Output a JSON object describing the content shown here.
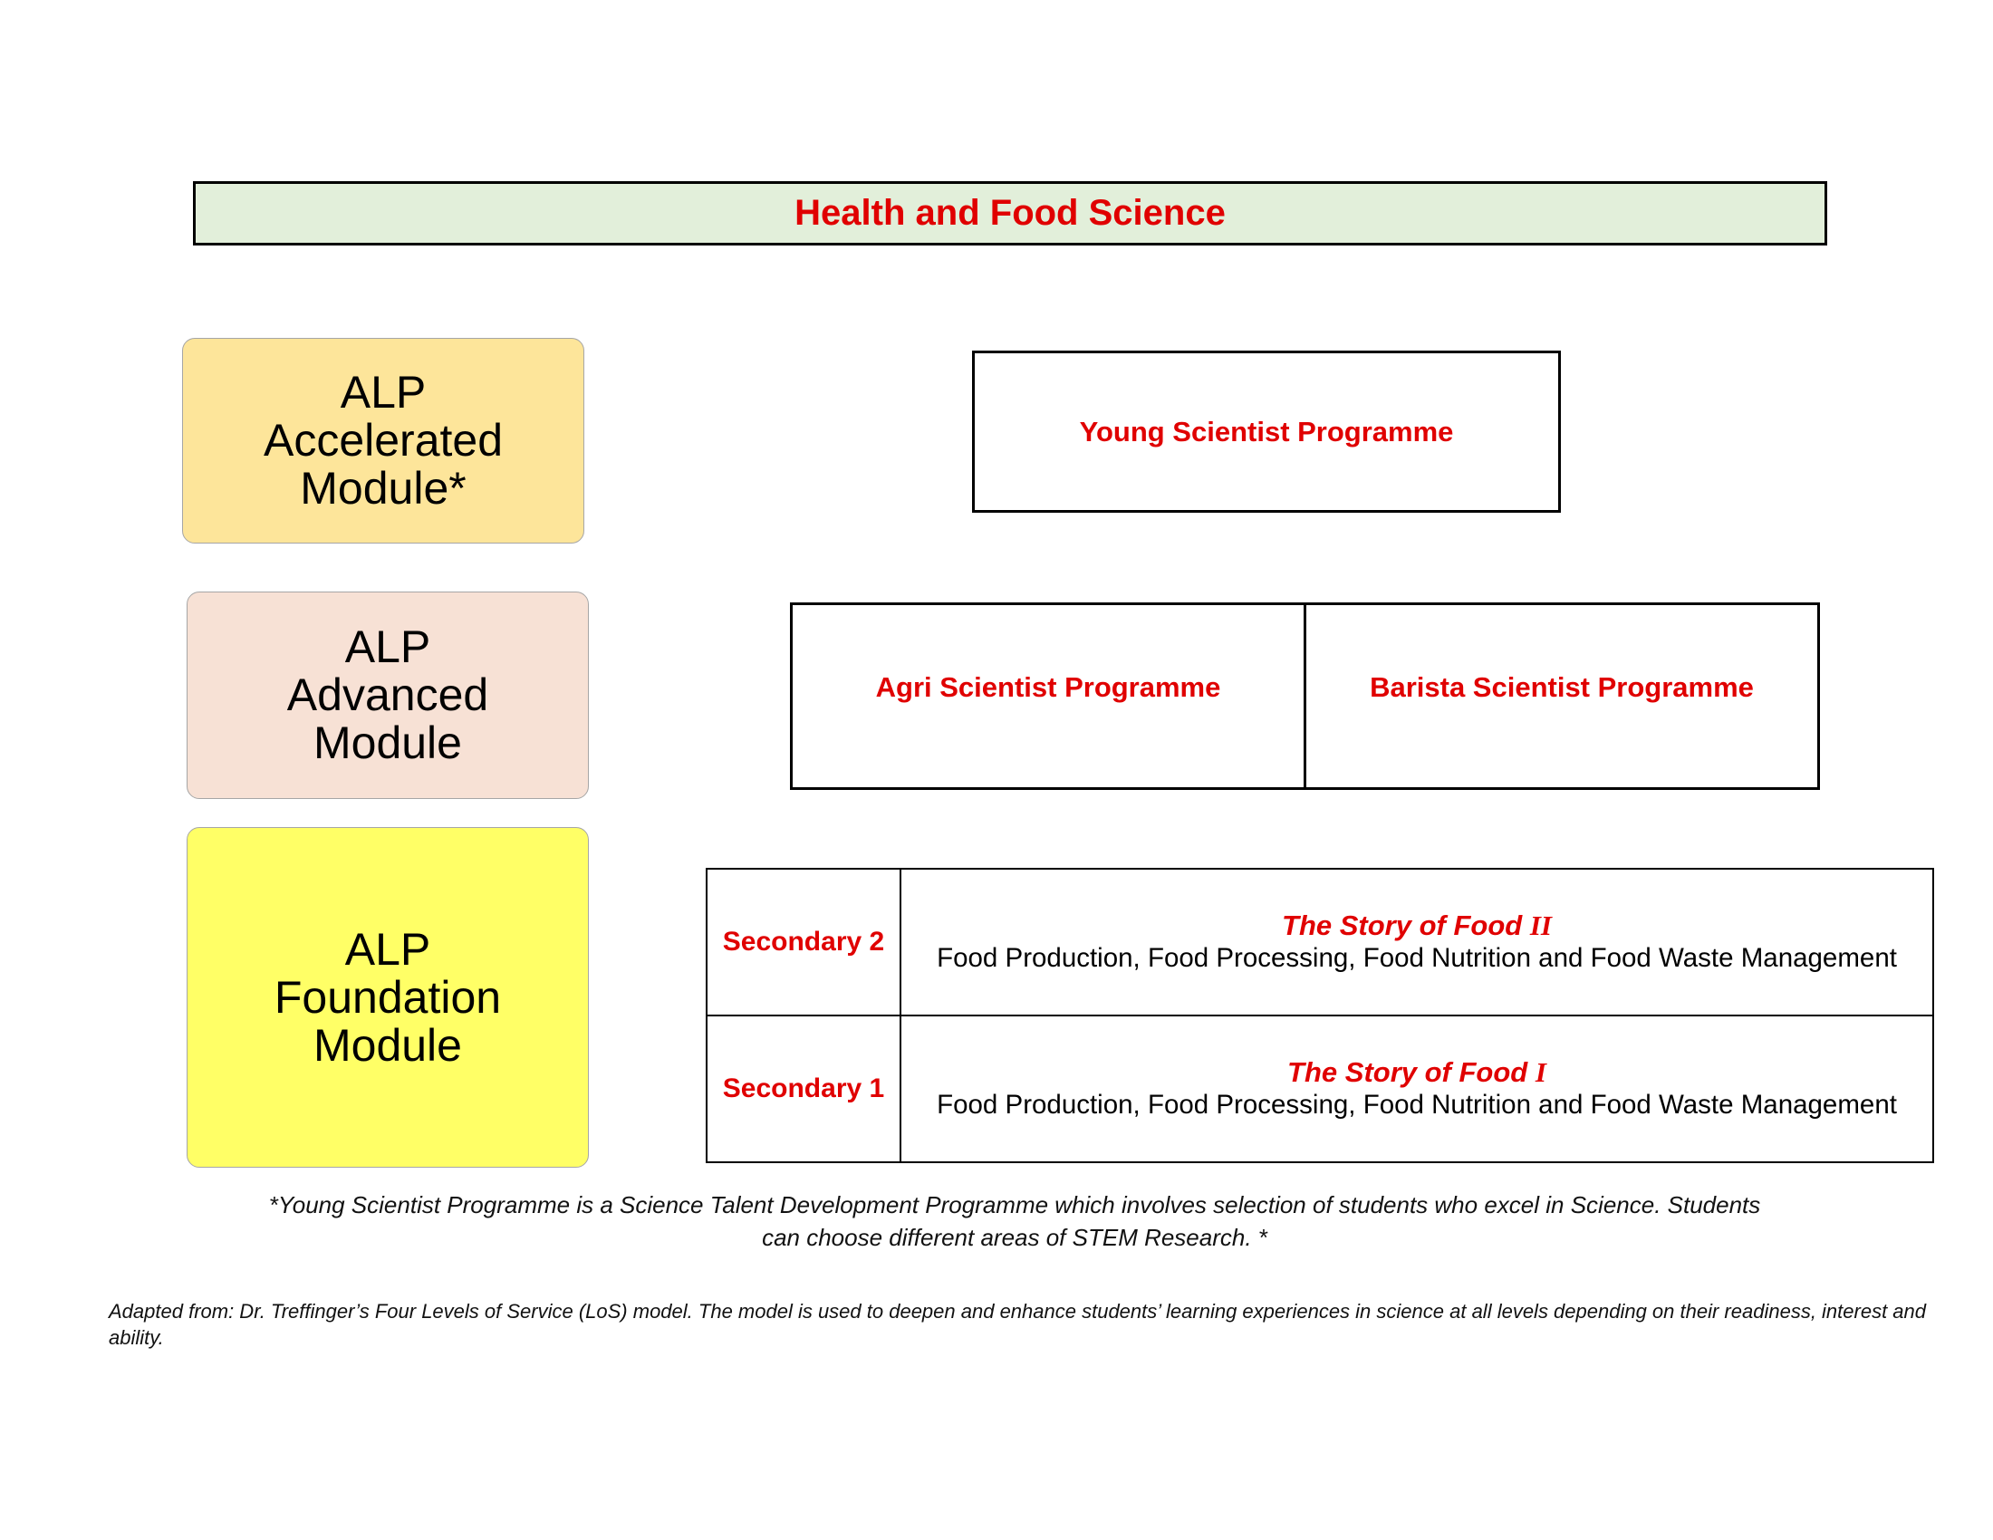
{
  "title": "Health and Food Science",
  "modules": {
    "accelerated": [
      "ALP",
      "Accelerated",
      "Module*"
    ],
    "advanced": [
      "ALP",
      "Advanced",
      "Module"
    ],
    "foundation": [
      "ALP",
      "Foundation",
      "Module"
    ]
  },
  "programmes": {
    "young_scientist": "Young Scientist Programme",
    "agri_scientist": "Agri Scientist Programme",
    "barista_scientist": "Barista Scientist Programme"
  },
  "secondary": [
    {
      "level": "Secondary 2",
      "story_title": "The Story of Food",
      "story_numeral": "II",
      "topics": "Food Production, Food Processing, Food Nutrition and Food Waste Management"
    },
    {
      "level": "Secondary 1",
      "story_title": "The Story of Food",
      "story_numeral": "I",
      "topics": "Food Production, Food Processing, Food Nutrition and Food Waste Management"
    }
  ],
  "footnote": {
    "line1": "*Young Scientist Programme is a Science Talent Development Programme which involves selection of students who excel in Science. Students",
    "line2": "can choose different areas of STEM Research. *"
  },
  "source": "Adapted from: Dr. Treffinger’s Four Levels of Service (LoS) model.  The model is used to deepen and enhance students’ learning experiences in science at all levels depending on their readiness, interest and ability.",
  "colors": {
    "title_bg": "#e2efda",
    "accent_red": "#e00000",
    "accelerated_bg": "#fde59a",
    "advanced_bg": "#f7e1d5",
    "foundation_bg": "#ffff66"
  }
}
